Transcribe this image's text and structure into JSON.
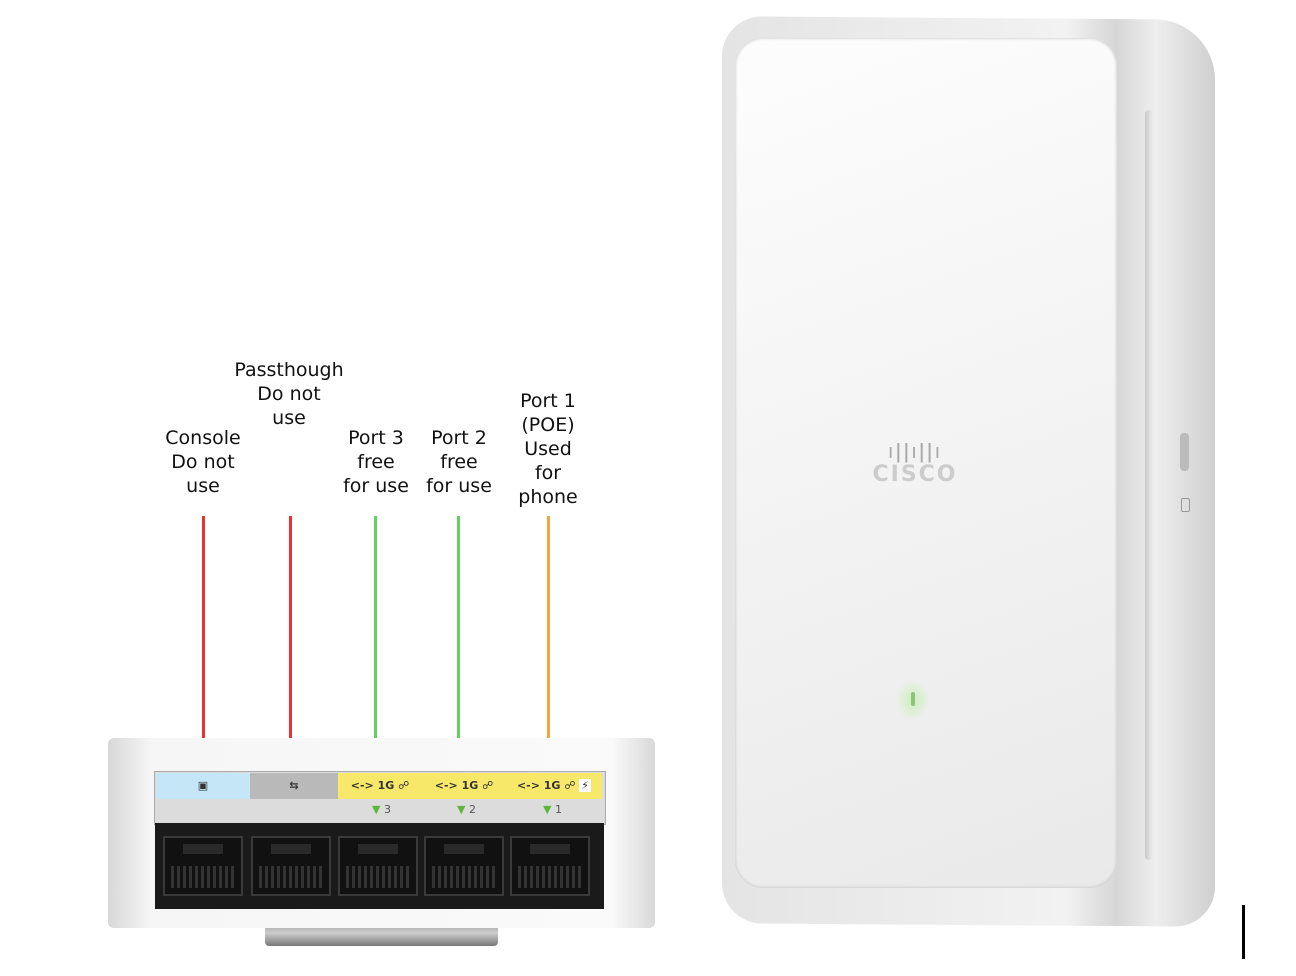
{
  "labels": {
    "console": [
      "Console",
      "Do not",
      "use"
    ],
    "passthrough": [
      "Passthough",
      "Do not",
      "use"
    ],
    "port3": [
      "Port 3",
      "free",
      "for use"
    ],
    "port2": [
      "Port 2",
      "free",
      "for use"
    ],
    "port1": [
      "Port 1",
      "(POE)",
      "Used",
      "for",
      "phone"
    ]
  },
  "port_strip": {
    "port3_text": "<-> 1G",
    "port2_text": "<-> 1G",
    "port1_text": "<-> 1G",
    "num3": "3",
    "num2": "2",
    "num1": "1"
  },
  "logo_text": "CISCO",
  "colors": {
    "red": "#e8332f",
    "green": "#5fd35f",
    "orange": "#f5a540",
    "console_blue": "#c5e6f7",
    "passthrough_gray": "#b9b9b9",
    "port_yellow": "#f8e86a"
  }
}
